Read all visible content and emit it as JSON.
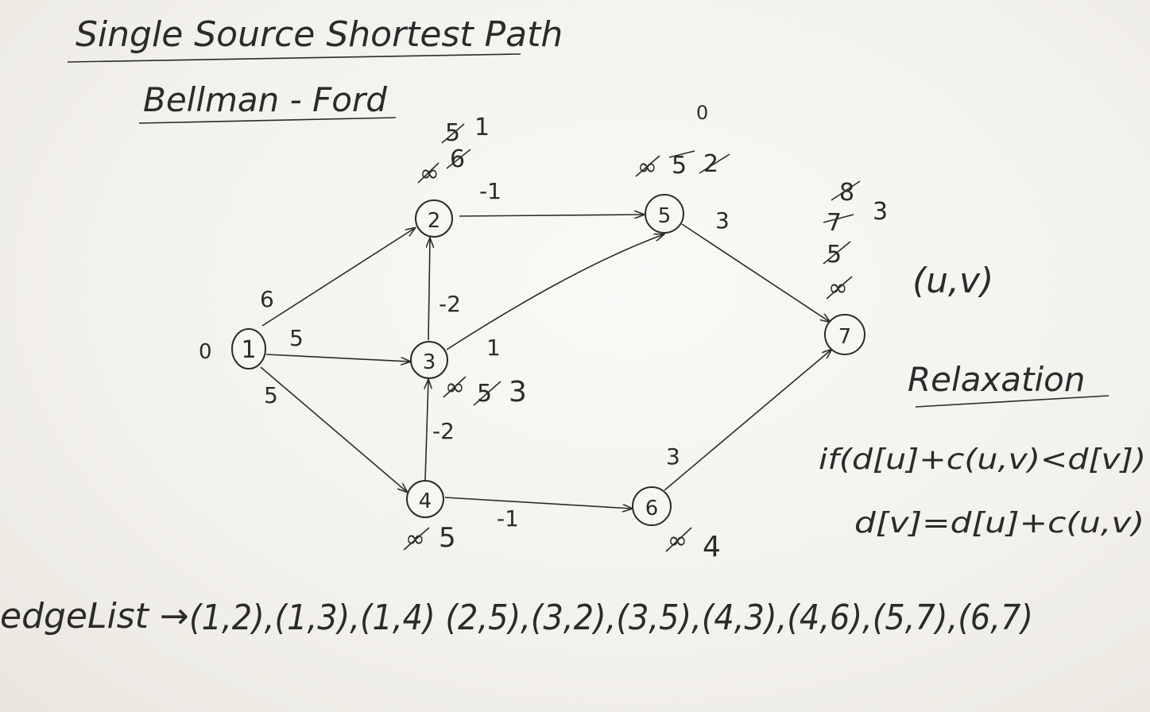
{
  "title": "Single Source Shortest Path",
  "subtitle": "Bellman - Ford",
  "nodes": [
    {
      "id": "1",
      "label": "1",
      "dist": "0"
    },
    {
      "id": "2",
      "label": "2",
      "dist": "1"
    },
    {
      "id": "3",
      "label": "3",
      "dist": "3"
    },
    {
      "id": "4",
      "label": "4",
      "dist": "5"
    },
    {
      "id": "5",
      "label": "5",
      "dist": "0"
    },
    {
      "id": "6",
      "label": "6",
      "dist": "4"
    },
    {
      "id": "7",
      "label": "7",
      "dist": "3"
    }
  ],
  "dist_history": {
    "n2": [
      "∞",
      "6",
      "5",
      "1"
    ],
    "n3": [
      "∞",
      "5",
      "3"
    ],
    "n4": [
      "∞",
      "5"
    ],
    "n5": [
      "∞",
      "5",
      "2",
      "0"
    ],
    "n6": [
      "∞",
      "4"
    ],
    "n7": [
      "∞",
      "8",
      "7",
      "5",
      "3"
    ]
  },
  "edges": [
    {
      "from": "1",
      "to": "2",
      "weight": "6"
    },
    {
      "from": "1",
      "to": "3",
      "weight": "5"
    },
    {
      "from": "1",
      "to": "4",
      "weight": "5"
    },
    {
      "from": "2",
      "to": "5",
      "weight": "-1"
    },
    {
      "from": "3",
      "to": "2",
      "weight": "-2"
    },
    {
      "from": "3",
      "to": "5",
      "weight": "1"
    },
    {
      "from": "4",
      "to": "3",
      "weight": "-2"
    },
    {
      "from": "4",
      "to": "6",
      "weight": "-1"
    },
    {
      "from": "5",
      "to": "7",
      "weight": "3"
    },
    {
      "from": "6",
      "to": "7",
      "weight": "3"
    }
  ],
  "uv": "(u,v)",
  "relaxation": {
    "heading": "Relaxation",
    "line1": "if(d[u]+c(u,v)<d[v])",
    "line2": "d[v]=d[u]+c(u,v)"
  },
  "edge_list": {
    "label": "edgeList →",
    "items": "(1,2),(1,3),(1,4) (2,5),(3,2),(3,5),(4,3),(4,6),(5,7),(6,7)"
  }
}
